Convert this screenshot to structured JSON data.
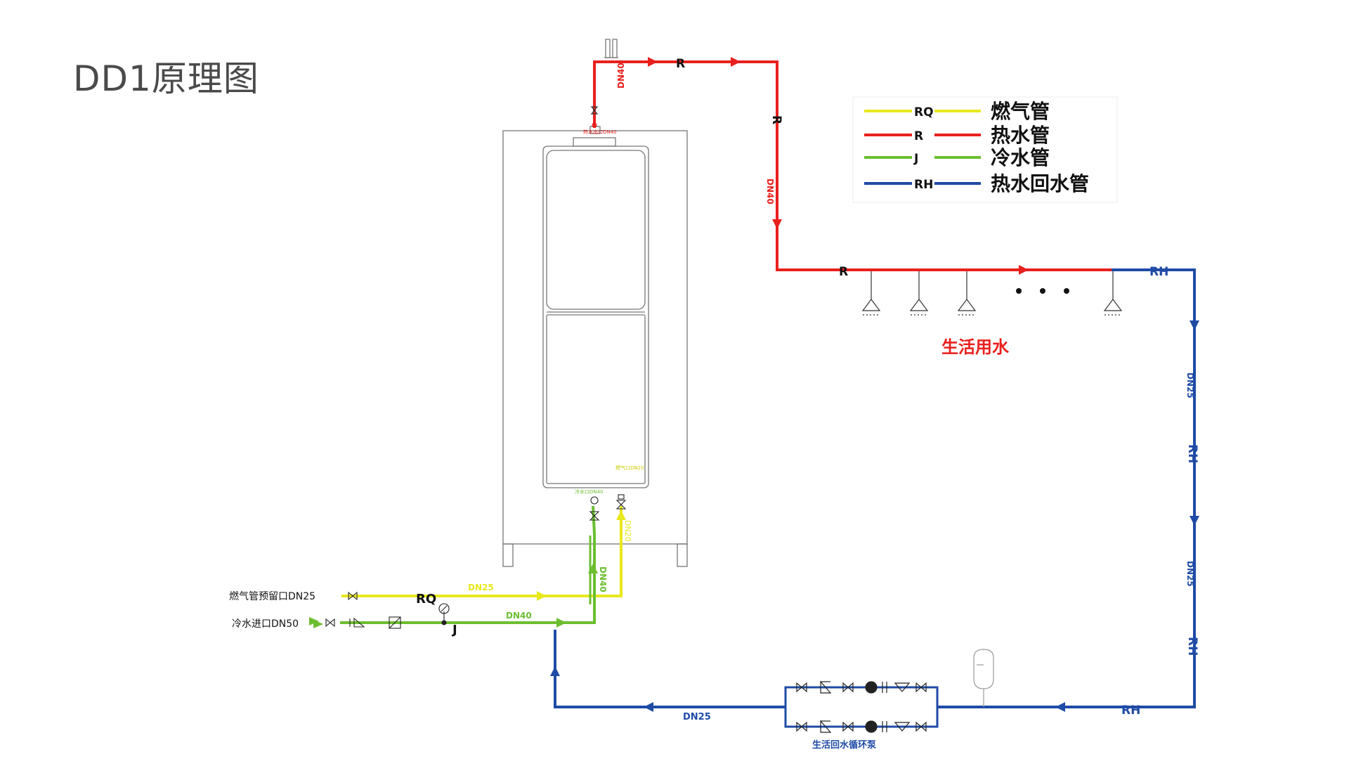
{
  "title": "DD1原理图",
  "colors": {
    "gas": "#e8e81e",
    "hot": "#e8201e",
    "cold": "#6cbe30",
    "return": "#1f4ba6",
    "outline": "#777777"
  },
  "legend": [
    {
      "code": "RQ",
      "label": "燃气管",
      "color": "#e8e81e"
    },
    {
      "code": "R",
      "label": "热水管",
      "color": "#e8201e"
    },
    {
      "code": "J",
      "label": "冷水管",
      "color": "#6cbe30"
    },
    {
      "code": "RH",
      "label": "热水回水管",
      "color": "#1f4ba6"
    }
  ],
  "labels": {
    "hot_pipe_size": "DN40",
    "hot_pipe_size_vertical": "DN40",
    "hot_code": "R",
    "domestic_water": "生活用水",
    "return_code": "RH",
    "return_size_1": "DN25",
    "return_size_2": "DN25",
    "return_size_bottom": "DN25",
    "gas_inlet_label": "燃气管预留口DN25",
    "cold_inlet_label": "冷水进口DN50",
    "gas_code": "RQ",
    "cold_code": "J",
    "gas_size": "DN25",
    "cold_size": "DN40",
    "unit_cold_port": "冷水口DN40",
    "unit_gas_port": "燃气口DN20",
    "unit_hot_port": "热水出口DN40",
    "cold_vertical_size": "DN40",
    "gas_vertical_size": "DN20",
    "pump_label": "生活回水循环泵"
  }
}
